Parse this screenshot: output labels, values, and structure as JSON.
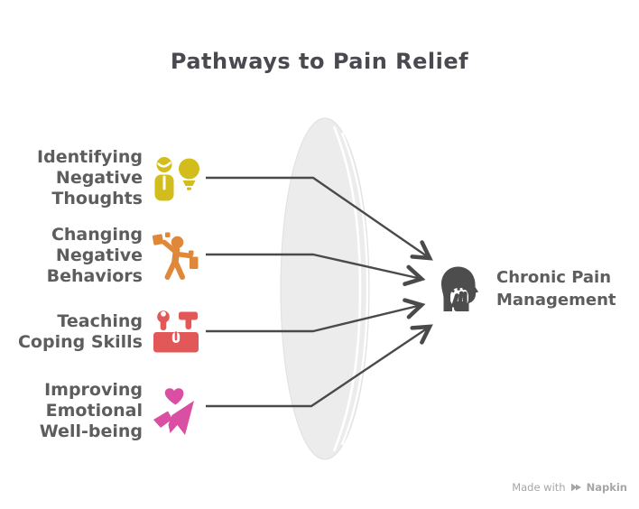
{
  "title": "Pathways to Pain Relief",
  "items": [
    {
      "lines": [
        "Identifying",
        "Negative",
        "Thoughts"
      ],
      "icon": "person-lightbulb-icon",
      "color": "#d2bd1d"
    },
    {
      "lines": [
        "Changing",
        "Negative",
        "Behaviors"
      ],
      "icon": "person-juggling-icon",
      "color": "#e0883a"
    },
    {
      "lines": [
        "Teaching",
        "Coping Skills"
      ],
      "icon": "toolbox-icon",
      "color": "#e25757"
    },
    {
      "lines": [
        "Improving",
        "Emotional",
        "Well-being"
      ],
      "icon": "heart-hand-icon",
      "color": "#da4fa4"
    }
  ],
  "result": {
    "lines": [
      "Chronic Pain",
      "Management"
    ],
    "icon": "head-pain-icon",
    "color": "#4d4d4d"
  },
  "watermark": {
    "prefix": "Made with",
    "brand": "Napkin",
    "color": "#a6a6a6"
  },
  "colors": {
    "title": "#4b4950",
    "label": "#5d5d5d",
    "arrow": "#4a4a4a",
    "lens": "#ececec",
    "lens_stripe": "#ffffff",
    "background": "#ffffff"
  }
}
